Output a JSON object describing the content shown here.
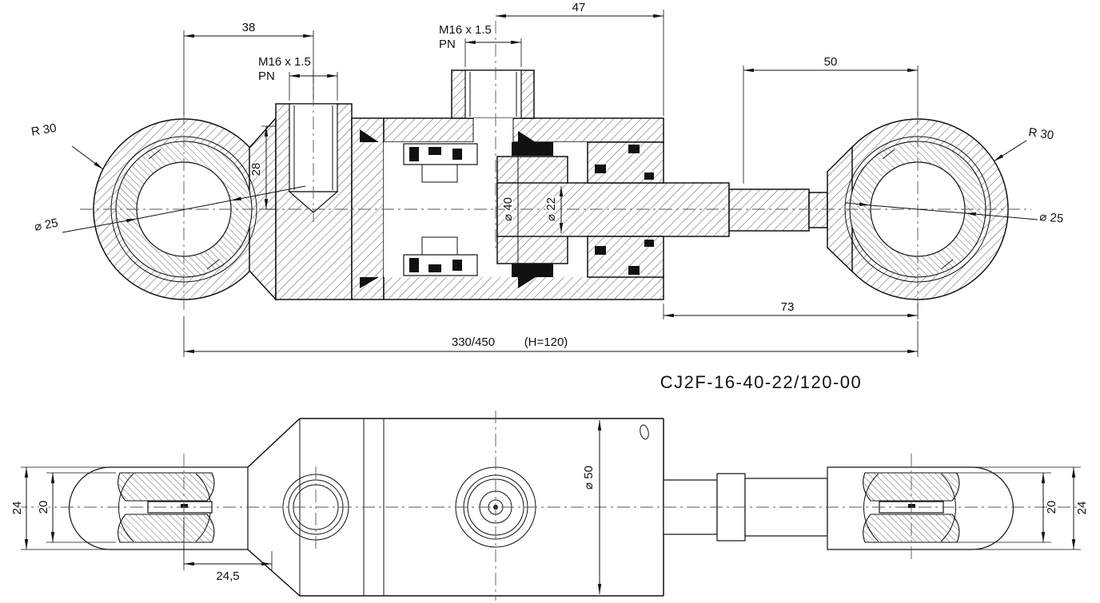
{
  "drawing": {
    "part_number": "CJ2F-16-40-22/120-00",
    "colors": {
      "line": "#111111",
      "background": "#ffffff"
    },
    "top_view": {
      "dim_38": "38",
      "dim_47": "47",
      "dim_50": "50",
      "port_left_thread": "M16 x 1.5",
      "port_left_label": "PN",
      "port_top_thread": "M16 x 1.5",
      "port_top_label": "PN",
      "radius_left": "R 30",
      "radius_right": "R 30",
      "bore_left": "⌀ 25",
      "bore_right": "⌀ 25",
      "dim_28": "28",
      "dim_bore": "⌀ 40",
      "dim_rod": "⌀ 22",
      "dim_73": "73",
      "dim_stroke": "330/450",
      "dim_height": "(H=120)"
    },
    "bottom_view": {
      "dim_24_left": "24",
      "dim_20_left": "20",
      "dim_20_right": "20",
      "dim_24_right": "24",
      "dim_24_5": "24,5",
      "dim_outer": "⌀ 50"
    }
  }
}
